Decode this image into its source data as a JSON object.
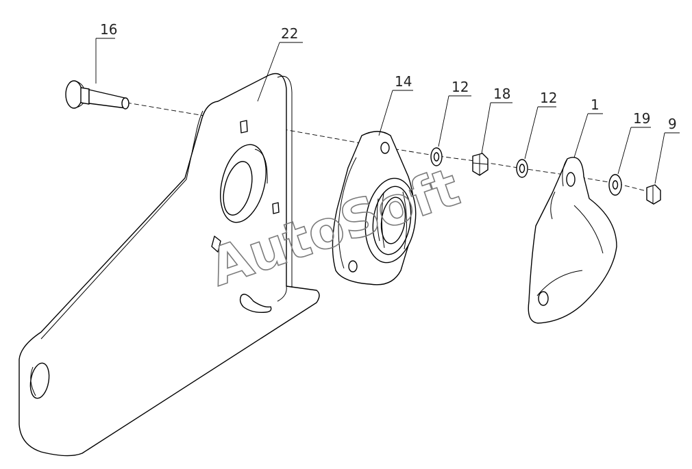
{
  "callouts": {
    "p16": "16",
    "p22": "22",
    "p14": "14",
    "p12a": "12",
    "p18": "18",
    "p12b": "12",
    "p1": "1",
    "p19": "19",
    "p9": "9"
  },
  "watermark": "AutoSoft",
  "colors": {
    "line": "#000000",
    "watermark": "#7a7a7a",
    "background": "#ffffff"
  }
}
